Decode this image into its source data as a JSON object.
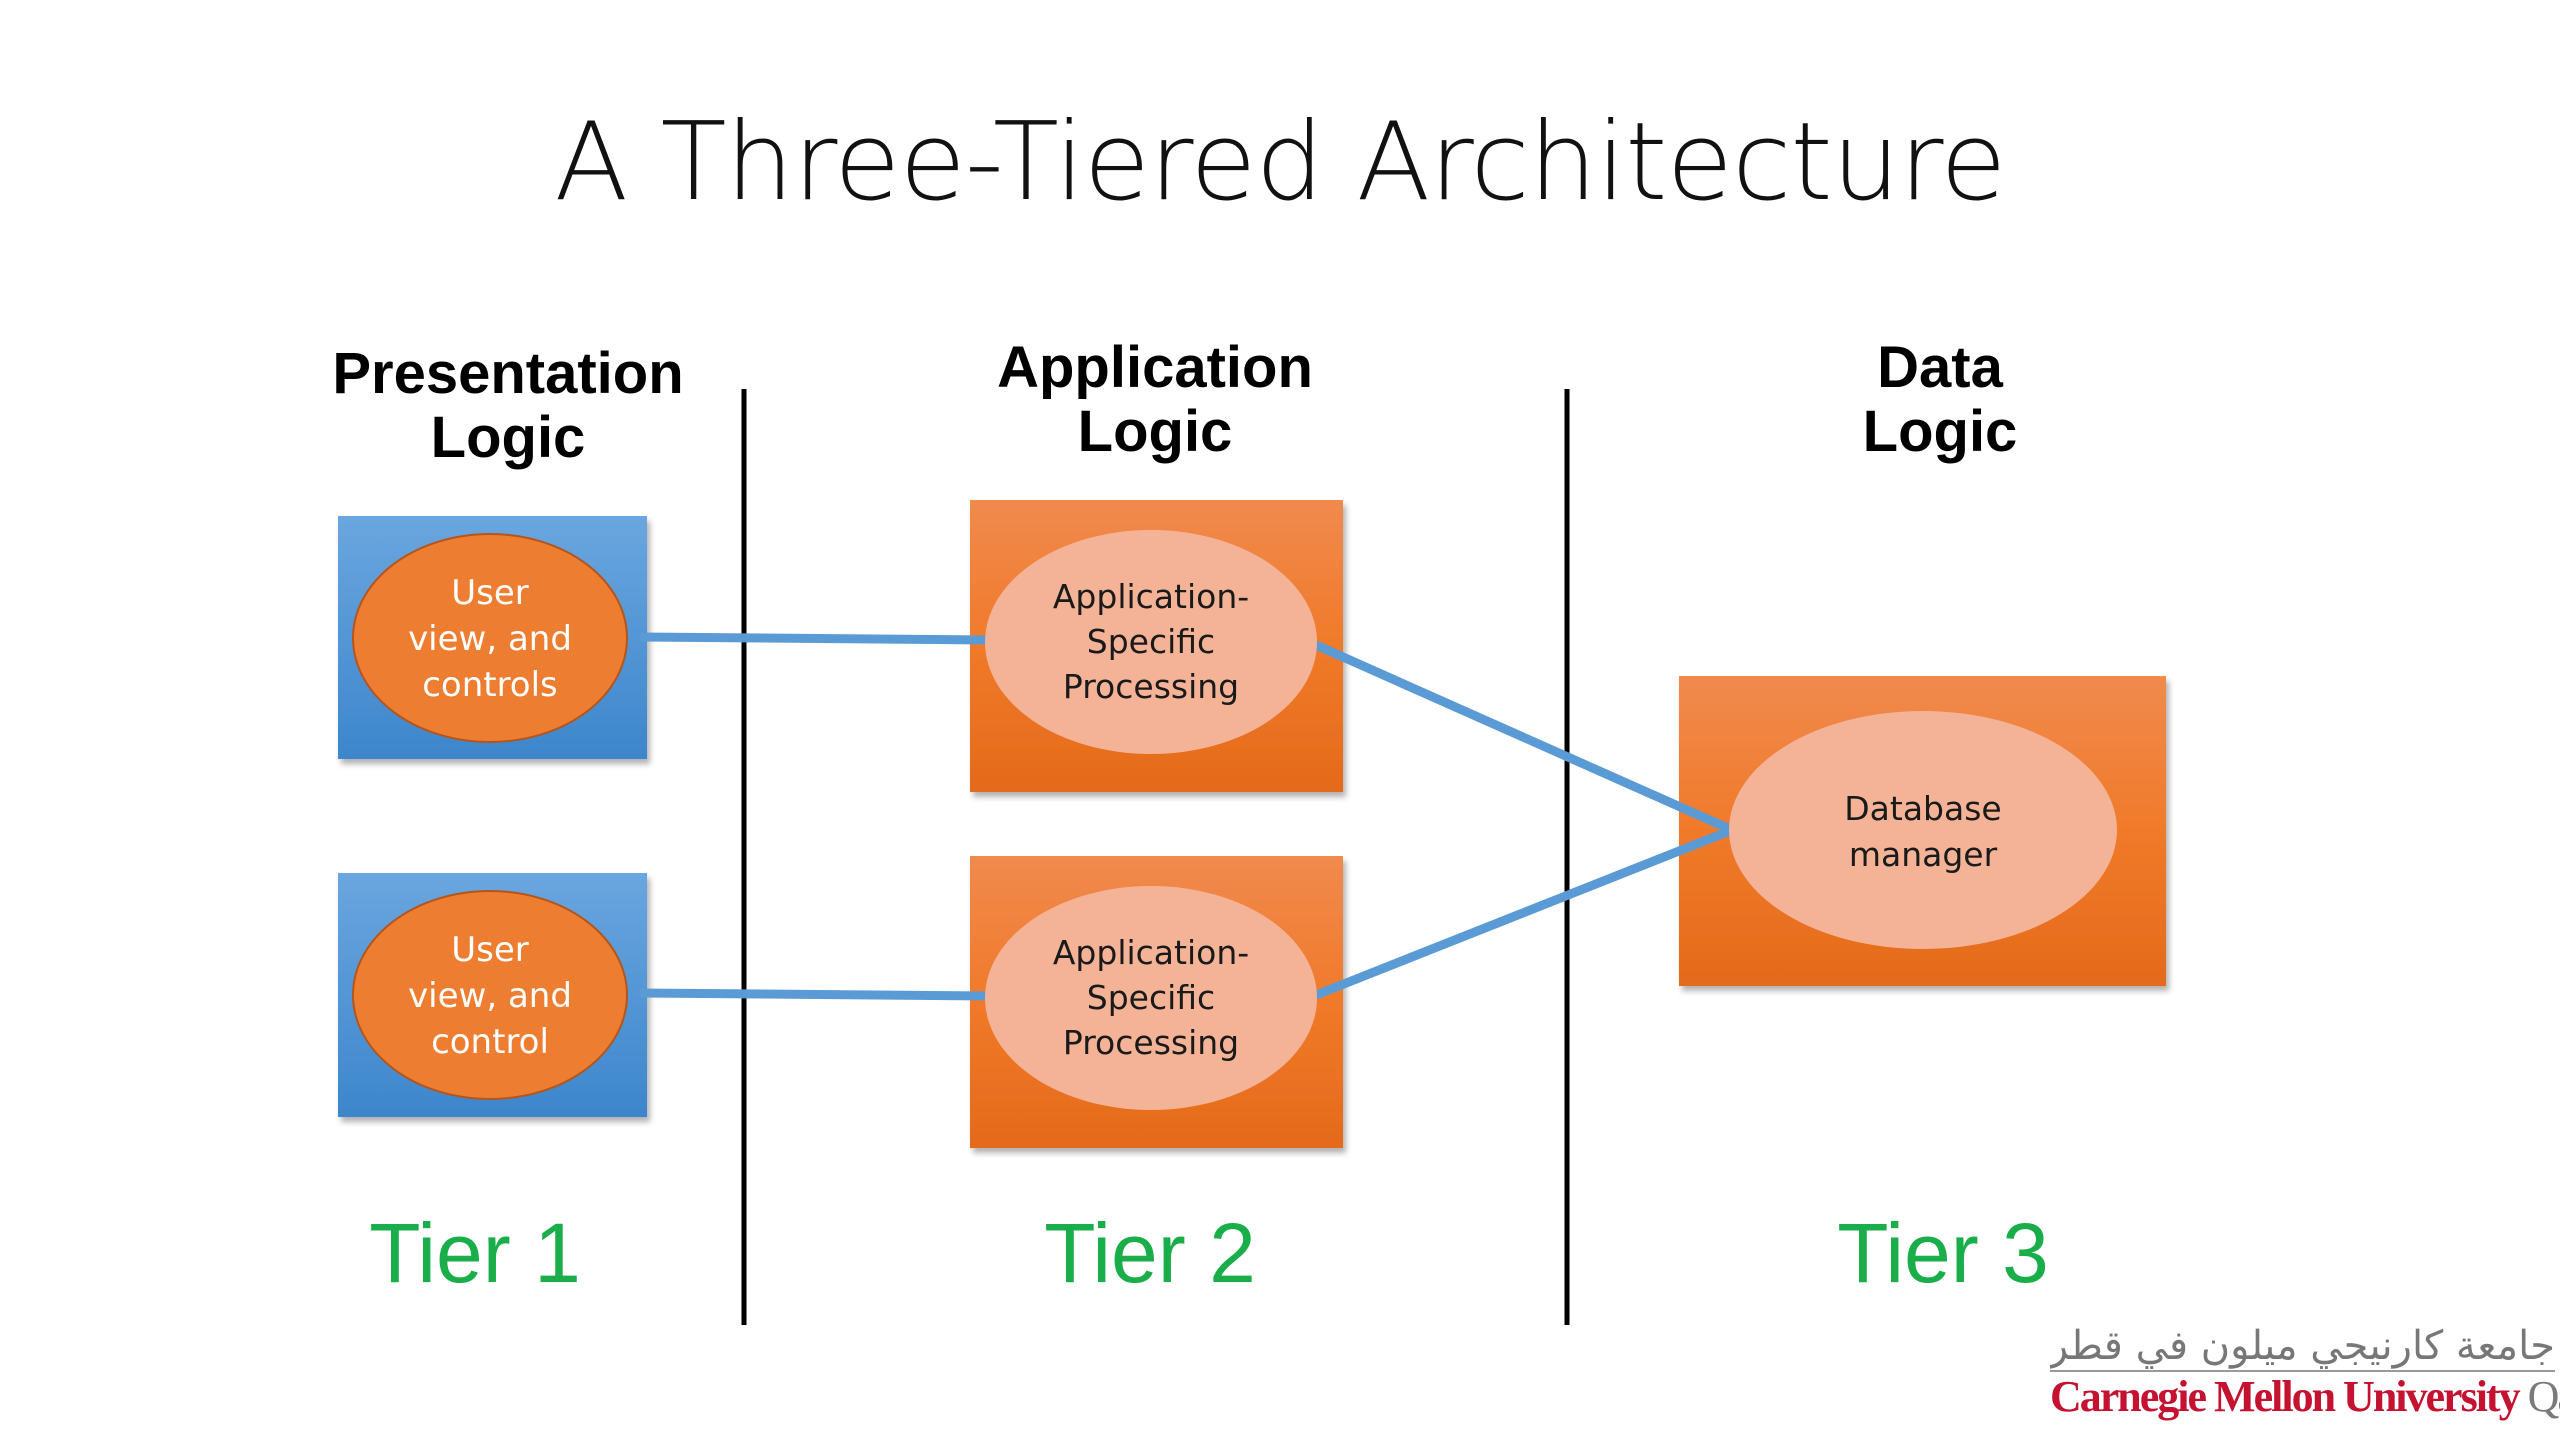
{
  "slide": {
    "title": "A Three-Tiered Architecture",
    "columns": [
      {
        "header_line1": "Presentation",
        "header_line2": "Logic",
        "tier_label": "Tier 1"
      },
      {
        "header_line1": "Application",
        "header_line2": "Logic",
        "tier_label": "Tier 2"
      },
      {
        "header_line1": "Data",
        "header_line2": "Logic",
        "tier_label": "Tier 3"
      }
    ],
    "nodes": {
      "user_view_1": {
        "line1": "User",
        "line2": "view, and",
        "line3": "controls"
      },
      "user_view_2": {
        "line1": "User",
        "line2": "view, and",
        "line3": "control"
      },
      "app_processing_1": {
        "line1": "Application-",
        "line2": "Specific",
        "line3": "Processing"
      },
      "app_processing_2": {
        "line1": "Application-",
        "line2": "Specific",
        "line3": "Processing"
      },
      "database_manager": {
        "line1": "Database",
        "line2": "manager"
      }
    },
    "connections": [
      {
        "from": "user_view_1",
        "to": "app_processing_1"
      },
      {
        "from": "user_view_2",
        "to": "app_processing_2"
      },
      {
        "from": "app_processing_1",
        "to": "database_manager"
      },
      {
        "from": "app_processing_2",
        "to": "database_manager"
      }
    ],
    "colors": {
      "presentation_box": "#4a8fd4",
      "presentation_ellipse": "#ed7d31",
      "app_box": "#ed7d31",
      "app_ellipse": "#f4b396",
      "connector": "#5b9bd5",
      "tier_label": "#1aae4a",
      "divider": "#000000"
    }
  },
  "logo": {
    "arabic": "جامعة كارنيجي ميلون في قطر",
    "name_red": "Carnegie Mellon University",
    "name_gray": "Qatar"
  }
}
